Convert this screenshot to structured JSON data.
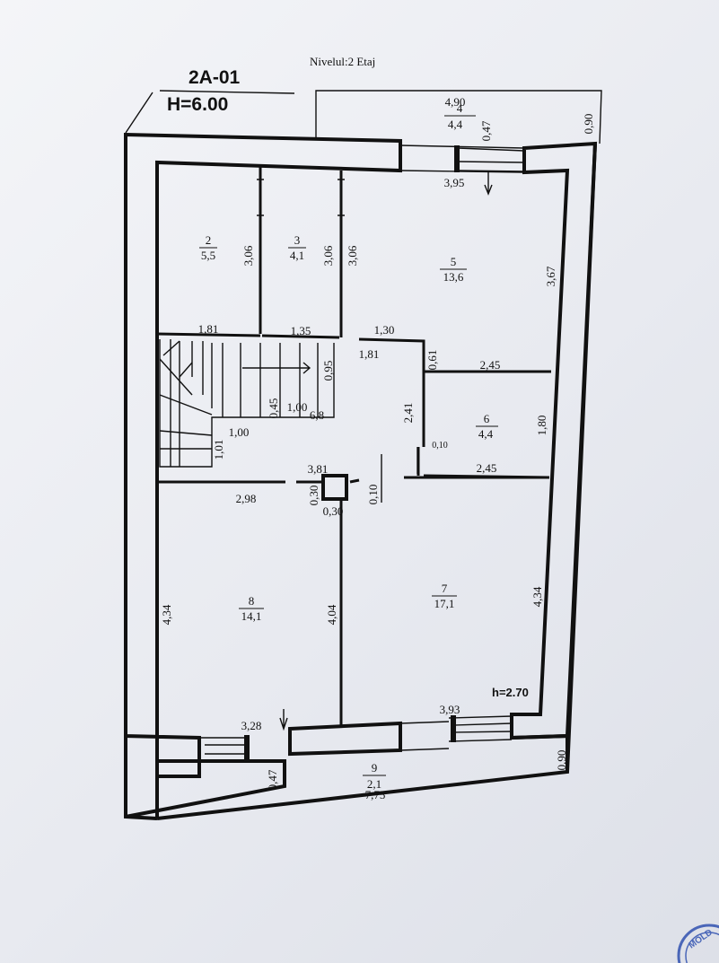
{
  "header": {
    "level_title": "Nivelul:2 Etaj",
    "plan_code": "2A-01",
    "height_mark": "H=6.00"
  },
  "rooms": [
    {
      "number": "2",
      "area": "5,5"
    },
    {
      "number": "3",
      "area": "4,1"
    },
    {
      "number": "5",
      "area": "13,6"
    },
    {
      "number": "4",
      "area": "4,4"
    },
    {
      "number": "6",
      "area": "4,4"
    },
    {
      "number": "",
      "area": "6,8"
    },
    {
      "number": "8",
      "area": "14,1"
    },
    {
      "number": "7",
      "area": "17,1"
    },
    {
      "number": "9",
      "area": "2,1"
    }
  ],
  "dimensions": [
    "4,90",
    "0,47",
    "0,90",
    "3,95",
    "3,06",
    "3,06",
    "3,06",
    "3,67",
    "1,81",
    "1,35",
    "1,30",
    "1,81",
    "0,61",
    "2,45",
    "0,95",
    "0,45",
    "1,00",
    "1,00",
    "2,41",
    "1,01",
    "0,10",
    "1,80",
    "3,81",
    "2,45",
    "2,98",
    "0,30",
    "0,10",
    "0,30",
    "4,34",
    "4,04",
    "4,34",
    "3,28",
    "3,93",
    "0,47",
    "7,75",
    "0,90"
  ],
  "ceiling_height": "h=2.70",
  "stamp_text": "MOLD"
}
